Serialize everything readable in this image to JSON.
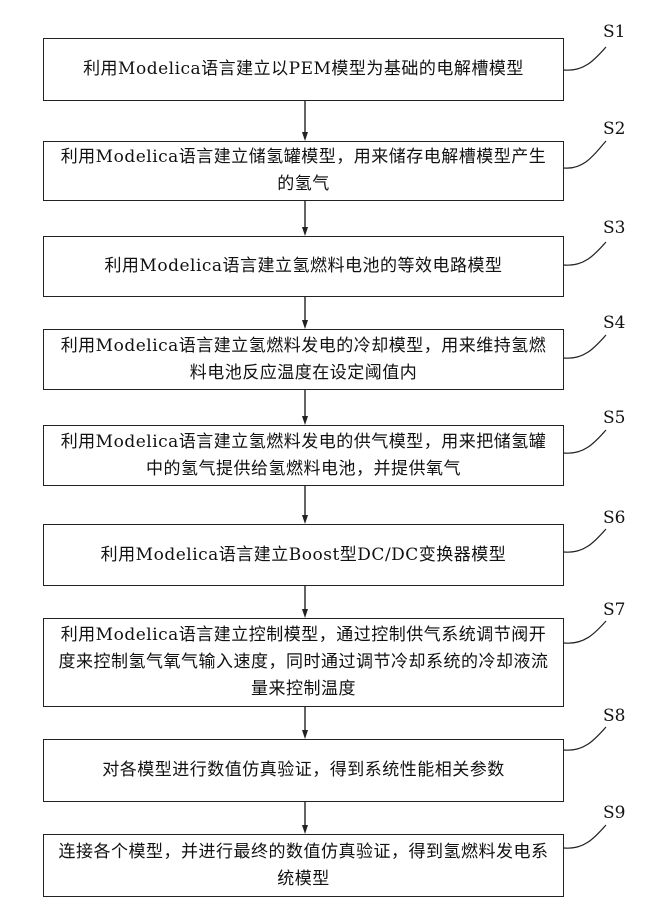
{
  "steps": [
    {
      "id": "S1",
      "text": "利用Modelica语言建立以PEM模型为基础的电解槽模型"
    },
    {
      "id": "S2",
      "text": "利用Modelica语言建立储氢罐模型，用来储存电解槽模型产生的氢气"
    },
    {
      "id": "S3",
      "text": "利用Modelica语言建立氢燃料电池的等效电路模型"
    },
    {
      "id": "S4",
      "text": "利用Modelica语言建立氢燃料发电的冷却模型，用来维持氢燃料电池反应温度在设定阈值内"
    },
    {
      "id": "S5",
      "text": "利用Modelica语言建立氢燃料发电的供气模型，用来把储氢罐中的氢气提供给氢燃料电池，并提供氧气"
    },
    {
      "id": "S6",
      "text": "利用Modelica语言建立Boost型DC/DC变换器模型"
    },
    {
      "id": "S7",
      "text": "利用Modelica语言建立控制模型，通过控制供气系统调节阀开度来控制氢气氧气输入速度，同时通过调节冷却系统的冷却液流量来控制温度"
    },
    {
      "id": "S8",
      "text": "对各模型进行数值仿真验证，得到系统性能相关参数"
    },
    {
      "id": "S9",
      "text": "连接各个模型，并进行最终的数值仿真验证，得到氢燃料发电系统模型"
    }
  ]
}
